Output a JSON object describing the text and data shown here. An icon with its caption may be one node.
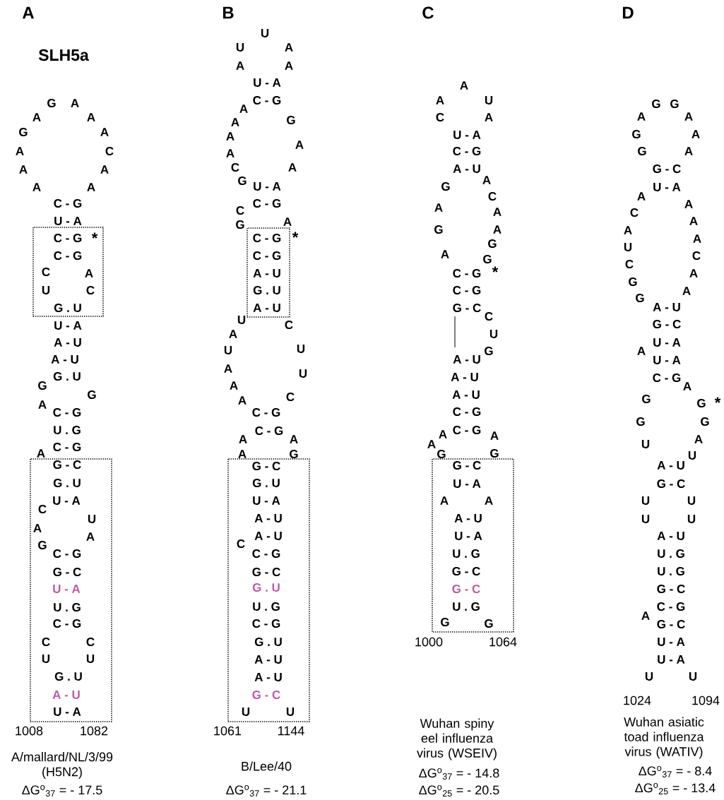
{
  "diagram": {
    "labels": [
      "A",
      "SLH5a",
      "G",
      "A",
      "A",
      "A",
      "G",
      "A",
      "A",
      "C",
      "A",
      "A",
      "A",
      "A",
      "C - G",
      "U - A",
      "C - G",
      "*",
      "C - G",
      "C",
      "A",
      "U",
      "C",
      "G . U",
      "U - A",
      "A - U",
      "A - U",
      "G . U",
      "G",
      "G",
      "A",
      "C - G",
      "U . G",
      "C - G",
      "A",
      "G - C",
      "G . U",
      "U - A",
      "C",
      "U",
      "A",
      "A",
      "G",
      "C - G",
      "G - C",
      "U - A",
      "U . G",
      "C - G",
      "C",
      "C",
      "U",
      "U",
      "G . U",
      "A - U",
      "U - A",
      "1008",
      "1082",
      "A/mallard/NL/3/99 (H5N2)",
      "ΔG$^{o}$$_{37}$ = - 17.5",
      "B",
      "U",
      "U",
      "A",
      "A",
      "A",
      "U - A",
      "C - G",
      "A",
      "A",
      "G",
      "A",
      "A",
      "A",
      "C",
      "A",
      "G",
      "U - A",
      "C - G",
      "C",
      "G",
      "A",
      "C - G",
      "*",
      "C - G",
      "A - U",
      "G . U",
      "A - U",
      "U",
      "C",
      "A",
      "U",
      "U",
      "A",
      "U",
      "A",
      "C",
      "A",
      "C - G",
      "C - G",
      "A",
      "A",
      "A",
      "G",
      "G - C",
      "G . U",
      "U - A",
      "A - U",
      "A - U",
      "C",
      "C - G",
      "G - C",
      "G . U",
      "U . G",
      "C - G",
      "G . U",
      "A - U",
      "A - U",
      "G - C",
      "U",
      "U",
      "1061",
      "1144",
      "B/Lee/40",
      "ΔG$^{o}$$_{37}$ = - 21.1",
      "C",
      "A",
      "A",
      "U",
      "C",
      "A",
      "U - A",
      "C - G",
      "A - U",
      "A",
      "G",
      "C",
      "A",
      "A",
      "G",
      "A",
      "G",
      "A",
      "G",
      "C - G",
      "*",
      "C - G",
      "G - C",
      "C",
      "U",
      "G",
      "A - U",
      "A - U",
      "A - U",
      "C - G",
      "C - G",
      "A",
      "A",
      "A",
      "G",
      "G",
      "G - C",
      "U - A",
      "A",
      "A",
      "A - U",
      "U - A",
      "U . G",
      "G - C",
      "G - C",
      "U . G",
      "G",
      "G",
      "1000",
      "1064",
      "Wuhan spiny eel influenza virus (WSEIV)",
      "ΔG$^{o}$$_{37}$ = - 14.8",
      "ΔG$^{o}$$_{25}$ = - 20.5",
      "D",
      "G",
      "G",
      "A",
      "A",
      "G",
      "A",
      "G",
      "A",
      "G - C",
      "U - A",
      "A",
      "A",
      "C",
      "A",
      "A",
      "A",
      "U",
      "C",
      "C",
      "A",
      "G",
      "A",
      "G",
      "A - U",
      "G - C",
      "U - A",
      "A",
      "U - A",
      "C - G",
      "A",
      "G",
      "G",
      "*",
      "G",
      "G",
      "A",
      "U",
      "U",
      "A - U",
      "G - C",
      "U",
      "U",
      "U",
      "U",
      "A - U",
      "U . G",
      "U . G",
      "G - C",
      "C - G",
      "A",
      "G - C",
      "U - A",
      "U - A",
      "U",
      "U",
      "1024",
      "1094",
      "Wuhan asiatic toad influenza virus (WATIV)",
      "ΔG$^{o}$$_{37}$ = - 8.4",
      "ΔG$^{o}$$_{25}$ = - 13.4"
    ]
  }
}
